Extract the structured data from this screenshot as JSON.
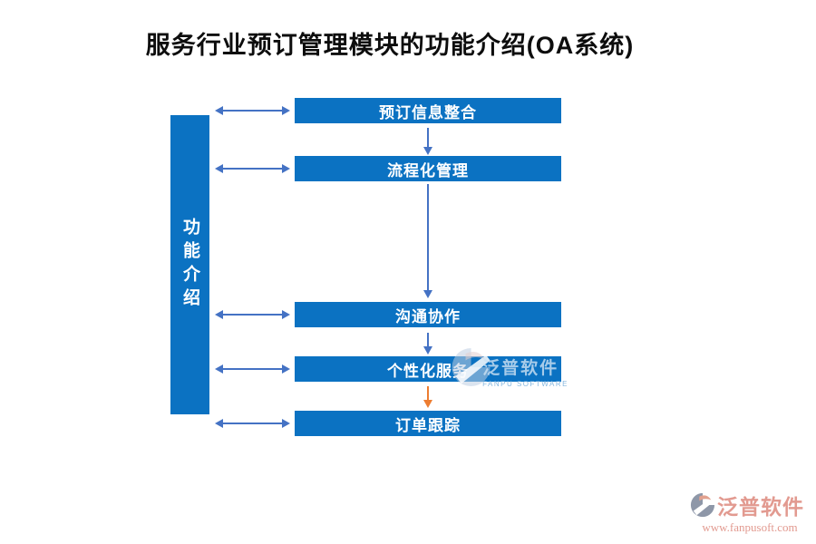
{
  "page": {
    "title": "服务行业预订管理模块的功能介绍(OA系统)"
  },
  "sidebar": {
    "label": "功能介绍"
  },
  "flow": {
    "nodes": [
      {
        "label": "预订信息整合"
      },
      {
        "label": "流程化管理"
      },
      {
        "label": "沟通协作"
      },
      {
        "label": "个性化服务"
      },
      {
        "label": "订单跟踪"
      }
    ]
  },
  "watermark": {
    "brand": "泛普软件",
    "brand_en": "FANPU SOFTWARE",
    "icon": "swoosh-icon"
  },
  "footer": {
    "brand": "泛普软件",
    "website": "www.fanpusoft.com",
    "icon": "fanpu-logo-icon"
  },
  "colors": {
    "primary-blue": "#0b72c2",
    "arrow-blue": "#4472c4",
    "arrow-orange": "#ed7d31",
    "logo-salmon": "#e29a90",
    "logo-grey": "#8e97a8"
  }
}
